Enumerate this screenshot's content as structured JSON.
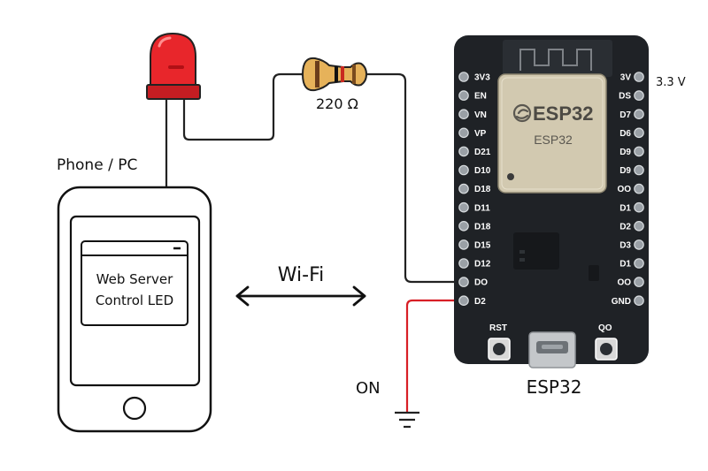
{
  "labels": {
    "phone_pc": "Phone / PC",
    "wifi": "Wi-Fi",
    "resistor": "220 Ω",
    "voltage": "3.3 V",
    "on": "ON",
    "board_caption": "ESP32"
  },
  "phone_screen": {
    "line1": "Web Server",
    "line2": "Control LED"
  },
  "module": {
    "logo_text": "ESP32",
    "sub_text": "ESP32"
  },
  "buttons": {
    "rst": "RST",
    "io0": "QO"
  },
  "pins_left": [
    "3V3",
    "EN",
    "VN",
    "VP",
    "D21",
    "D10",
    "D18",
    "D11",
    "D18",
    "D15",
    "D12",
    "DO",
    "D2"
  ],
  "pins_right": [
    "3V",
    "DS",
    "D7",
    "D6",
    "D9",
    "D9",
    "OO",
    "D1",
    "D2",
    "D3",
    "D1",
    "OO",
    "GND"
  ],
  "colors": {
    "led_red": "#e8262b",
    "board": "#1f2226",
    "module_metal": "#d2c9b0",
    "resistor_body": "#e6b25a",
    "red_wire": "#d81f26",
    "wire": "#222222"
  }
}
